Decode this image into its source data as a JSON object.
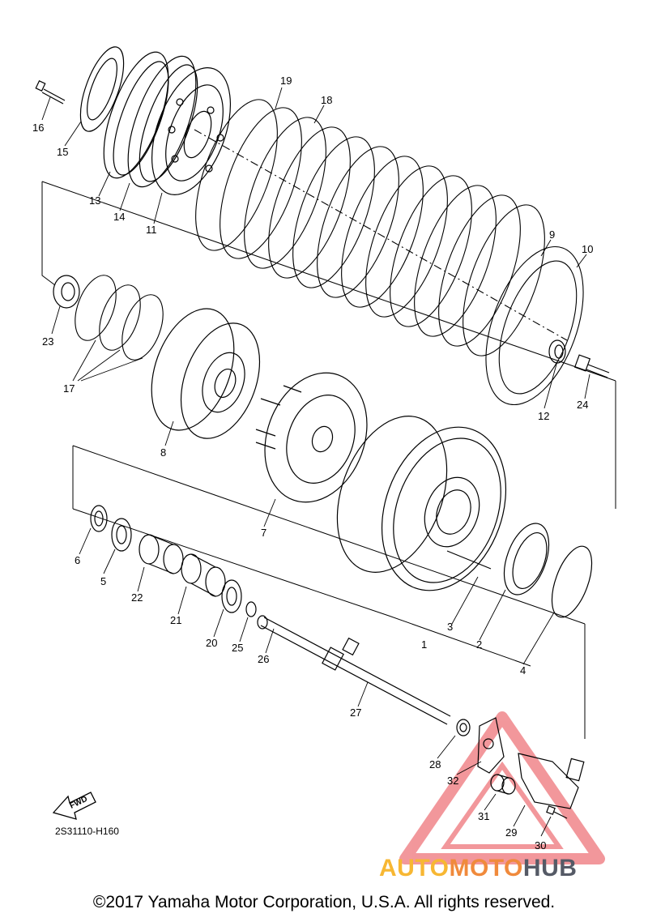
{
  "diagram": {
    "part_code": "2S31110-H160",
    "fwd_label": "FWD",
    "copyright": "©2017 Yamaha Motor Corporation, U.S.A. All rights reserved.",
    "watermark": {
      "part1": "AUTO",
      "part2": "MOTO",
      "part3": "HUB",
      "colors": {
        "auto": "#f7b733",
        "moto": "#f08a3c",
        "hub": "#555a66",
        "triangle": "#e8434a"
      }
    },
    "callouts": [
      "1",
      "2",
      "3",
      "4",
      "5",
      "6",
      "7",
      "8",
      "9",
      "10",
      "11",
      "12",
      "13",
      "14",
      "15",
      "16",
      "17",
      "18",
      "19",
      "20",
      "21",
      "22",
      "23",
      "24",
      "25",
      "26",
      "27",
      "28",
      "29",
      "30",
      "31",
      "32"
    ]
  }
}
